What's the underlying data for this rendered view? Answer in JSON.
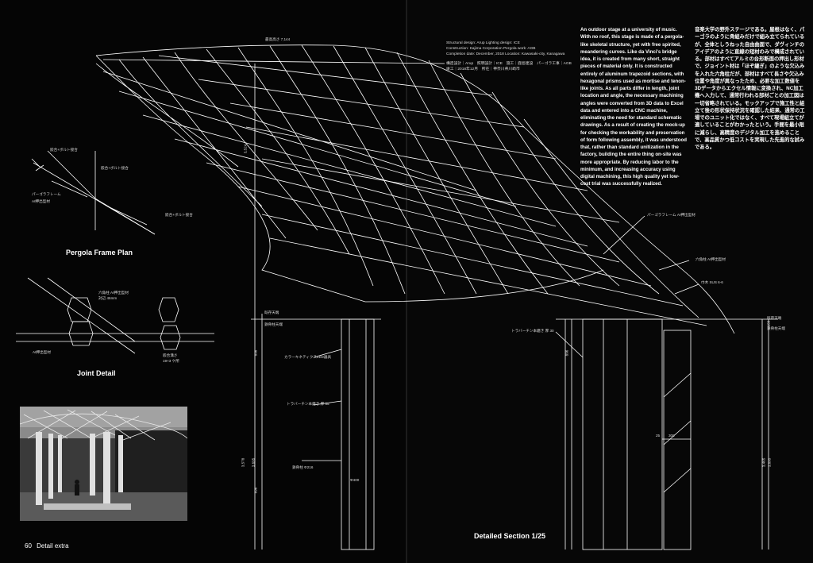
{
  "spread": {
    "page_number": "60",
    "section": "Detail extra"
  },
  "captions": {
    "frame_plan": "Pergola Frame Plan",
    "joint_detail": "Joint Detail",
    "section": "Detailed Section 1/25"
  },
  "credits": {
    "line1": "Structural design: Arup    Lighting design: ICE",
    "line2": "Construction: Kajima Corporation    Pergola work: AGB",
    "line3": "Completion date: December, 2018    Location: Kawasaki-city, Kanagawa",
    "line4": "構造設計｜Arup　照明設計｜ICE　施工｜鹿島建設　パーゴラ工事｜AGB",
    "line5": "竣工｜2018年12月　所在｜神奈川県川崎市"
  },
  "text": {
    "english": "An outdoor stage at a university of music. With no roof, this stage is made of a pergola-like skeletal structure, yet with free spirited, meandering curves. Like da Vinci's bridge idea, it is created from many short, straight pieces of material only. It is constructed entirely of aluminum trapezoid sections, with hexagonal prisms used as mortise and tenon-like joints. As all parts differ in length, joint location and angle, the necessary machining angles were converted from 3D data to Excel data and entered into a CNC machine, eliminating the need for standard schematic drawings. As a result of creating the mock-up for checking the workability and preservation of form following assembly, it was understood that, rather than standard unitization in the factory, building the entire thing on-site was more appropriate. By reducing labor to the minimum, and increasing accuracy using digital machining, this high quality yet low-cost trial was successfully realized.",
    "japanese": "音楽大学の野外ステージである。屋根はなく、パーゴラのように骨組みだけで組み立てられているが、全体としうねった自由曲面で、ダヴィンチのアイデアのように直線の短材のみで構成されている。部材はすべてアルミの台形断面の押出し形材で、ジョイント材は「ほぞ継ぎ」のような欠込みを入れた六角柱だが、部材はすべて長さや欠込み位置や角度が異なったため、必要な加工数値を3Dデータからエクセル情報に変換され、NC加工機へ入力して、通常行われる部材ごとの加工図は一切省略されている。モックアップで施工性と組立て後の形状保持状況を確認した結果、通常の工場でのユニット化ではなく、すべて現場組立てが適していることがわかったという。手間を最小限に減らし、高精度のデジタル加工を進めることで、高品質かつ低コストを実現した先進的な試みである。"
  },
  "annotations": {
    "frame_plan_joint_bolt_top": "嵌合+ボルト接合",
    "frame_plan_pergola_frame": "パーゴラフレーム",
    "frame_plan_pergola_material": "Aℓ押出型材",
    "frame_plan_joint_mid": "嵌合+ボルト接合",
    "frame_plan_joint_bottom": "嵌合+ボルト接合",
    "joint_hex_col": "六角柱 Aℓ押出型材",
    "joint_hex_dim": "対辺 46mm",
    "joint_al_material": "Aℓ押出型材",
    "joint_slot": "嵌合溝さ",
    "joint_slot_dim": "19×3 ケ所",
    "top_height": "最高高さ 7,144",
    "section_top_left_1": "既存天端",
    "section_top_left_2": "鉄骨柱天端",
    "led": "カラーキネティクスLED器具",
    "travertine_left": "トラバーチン本磨き 厚 55",
    "steel_col": "鉄骨柱 Φ216",
    "dia": "Φ400",
    "pergola_frame_right": "パーゴラフレーム Aℓ押出型材",
    "hex_col_right": "六角柱 Aℓ押出型材",
    "base_right": "巾木 SUS 6-6",
    "section_top_right_1": "既存天端",
    "section_top_right_2": "鉄骨柱天端",
    "travertine_right": "トラバーチン本磨き 厚 30",
    "dim_300": "300",
    "dim_3695_l": "3,695",
    "dim_3578": "3,578",
    "dim_3695_r": "3,695",
    "dim_3465": "3,465",
    "dim_896_a": "896",
    "dim_896_b": "896",
    "dim_896_c": "896",
    "dim_3524": "3,524",
    "dim_150": "150",
    "dim_25": "25"
  },
  "colors": {
    "background": "#050505",
    "line": "#ffffff"
  }
}
